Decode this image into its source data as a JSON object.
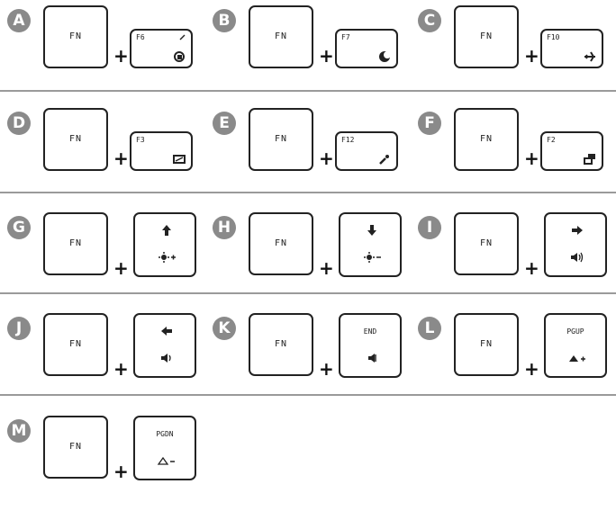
{
  "combos": [
    {
      "badge": "A",
      "fn": "FN",
      "key_label": "F6",
      "key_type": "fkey",
      "icon": "touchpad-icon",
      "corner_icon": "pen-icon"
    },
    {
      "badge": "B",
      "fn": "FN",
      "key_label": "F7",
      "key_type": "fkey",
      "icon": "sleep-icon"
    },
    {
      "badge": "C",
      "fn": "FN",
      "key_label": "F10",
      "key_type": "fkey",
      "icon": "airplane-icon"
    },
    {
      "badge": "D",
      "fn": "FN",
      "key_label": "F3",
      "key_type": "fkey",
      "icon": "display-icon"
    },
    {
      "badge": "E",
      "fn": "FN",
      "key_label": "F12",
      "key_type": "fkey",
      "icon": "camera-icon"
    },
    {
      "badge": "F",
      "fn": "FN",
      "key_label": "F2",
      "key_type": "fkey",
      "icon": "dual-screen-icon"
    },
    {
      "badge": "G",
      "fn": "FN",
      "key_type": "tall",
      "top_icon": "arrow-up-icon",
      "bottom_icon": "brightness-up-icon"
    },
    {
      "badge": "H",
      "fn": "FN",
      "key_type": "tall",
      "top_icon": "arrow-down-icon",
      "bottom_icon": "brightness-down-icon"
    },
    {
      "badge": "I",
      "fn": "FN",
      "key_type": "tall",
      "top_icon": "arrow-right-icon",
      "bottom_icon": "volume-up-icon"
    },
    {
      "badge": "J",
      "fn": "FN",
      "key_type": "tall",
      "top_icon": "arrow-left-icon",
      "bottom_icon": "volume-down-icon"
    },
    {
      "badge": "K",
      "fn": "FN",
      "key_type": "tall",
      "key_label": "END",
      "bottom_icon": "mute-icon"
    },
    {
      "badge": "L",
      "fn": "FN",
      "key_type": "tall",
      "key_label": "PGUP",
      "bottom_icon": "kbd-backlight-up-icon"
    },
    {
      "badge": "M",
      "fn": "FN",
      "key_type": "tall",
      "key_label": "PGDN",
      "bottom_icon": "kbd-backlight-down-icon"
    }
  ],
  "plus_sign": "+"
}
